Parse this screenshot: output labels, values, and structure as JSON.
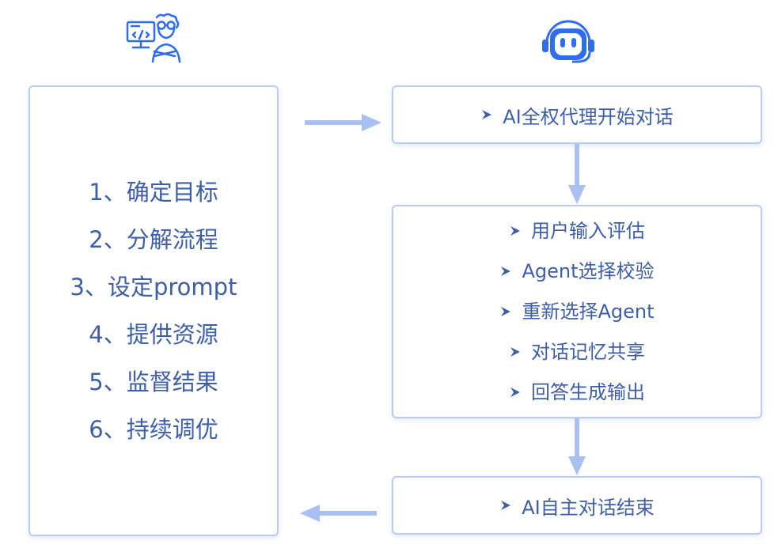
{
  "left_panel": {
    "steps": [
      "1、确定目标",
      "2、分解流程",
      "3、设定prompt",
      "4、提供资源",
      "5、监督结果",
      "6、持续调优"
    ]
  },
  "right_panel": {
    "start": "AI全权代理开始对话",
    "process": [
      "用户输入评估",
      "Agent选择校验",
      "重新选择Agent",
      "对话记忆共享",
      "回答生成输出"
    ],
    "end": "AI自主对话结束"
  },
  "icons": {
    "human": "developer-icon",
    "ai": "robot-icon",
    "bullet": "chevron-bullet-icon"
  },
  "colors": {
    "text": "#3d5ea8",
    "border": "#b9ccf3",
    "arrow": "#a9c0f3",
    "icon": "#2f6df0"
  }
}
